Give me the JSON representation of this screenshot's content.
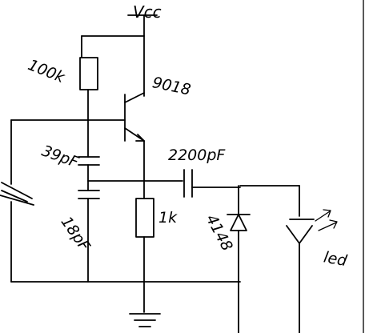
{
  "labels": {
    "supply": "Vcc",
    "bias_resistor": "100k",
    "transistor": "9018",
    "cap_collector_base": "39pF",
    "cap_base_ground": "18pF",
    "cap_coupling": "2200pF",
    "emitter_resistor": "1k",
    "diode": "4148",
    "led": "led"
  }
}
